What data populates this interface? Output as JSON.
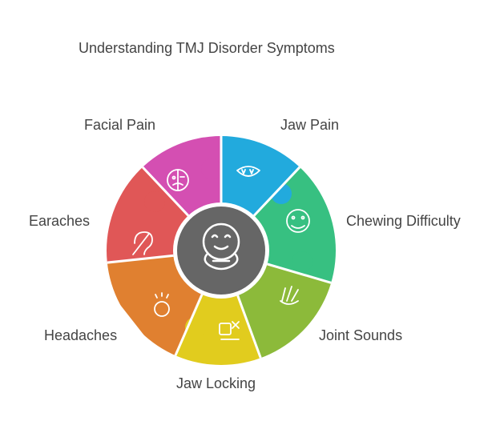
{
  "title": "Understanding TMJ Disorder Symptoms",
  "segments": [
    {
      "id": "facial-pain",
      "label": "Facial Pain",
      "color": "#d44fb2",
      "label_color": "#8a2f72",
      "icon": "face-pain-icon"
    },
    {
      "id": "jaw-pain",
      "label": "Jaw Pain",
      "color": "#22aadd",
      "label_color": "#1b6c96",
      "icon": "mouth-teeth-icon"
    },
    {
      "id": "chewing-difficulty",
      "label": "Chewing Difficulty",
      "color": "#37c081",
      "label_color": "#1f7a53",
      "icon": "chewing-face-icon"
    },
    {
      "id": "joint-sounds",
      "label": "Joint Sounds",
      "color": "#8cba3a",
      "label_color": "#4f7420",
      "icon": "hand-gesture-icon"
    },
    {
      "id": "jaw-locking",
      "label": "Jaw Locking",
      "color": "#e1cc1e",
      "label_color": "#8a7a14",
      "icon": "locked-figure-icon"
    },
    {
      "id": "headaches",
      "label": "Headaches",
      "color": "#e08030",
      "label_color": "#94541c",
      "icon": "head-ache-icon"
    },
    {
      "id": "earaches",
      "label": "Earaches",
      "color": "#e05757",
      "label_color": "#943838",
      "icon": "ear-icon"
    }
  ],
  "center": {
    "color": "#666666",
    "icon": "hugging-face-icon"
  }
}
